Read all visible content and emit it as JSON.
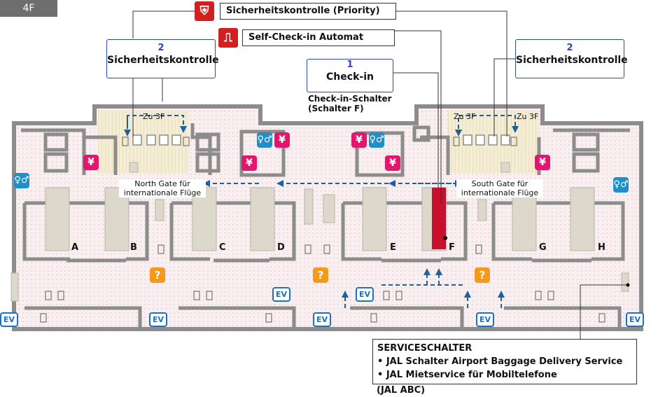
{
  "floor": {
    "label": "4F"
  },
  "callouts": {
    "priority": "Sicherheitskontrolle (Priority)",
    "self_checkin": "Self-Check-in Automat",
    "checkin_num": "1",
    "checkin_label": "Check-in",
    "checkin_sub1": "Check-in-Schalter",
    "checkin_sub2": "(Schalter F)",
    "security_left_num": "2",
    "security_left_label": "Sicherheitskontrolle",
    "security_right_num": "2",
    "security_right_label": "Sicherheitskontrolle"
  },
  "labels": {
    "zu3f_left": "Zu 3F",
    "zu3f_right_a": "Zu 3F",
    "zu3f_right_b": "Zu 3F",
    "north_gate_1": "North Gate für",
    "north_gate_2": "internationale Flüge",
    "south_gate_1": "South Gate für",
    "south_gate_2": "internationale Flüge"
  },
  "counters": [
    "A",
    "B",
    "C",
    "D",
    "E",
    "F",
    "G",
    "H"
  ],
  "service": {
    "title": "SERVICESCHALTER",
    "item1": "• JAL Schalter Airport Baggage Delivery Service",
    "item2": "• JAL Mietservice für Mobiltelefone",
    "note": "(JAL ABC)"
  },
  "icons": {
    "elevator": "EV",
    "info": "?",
    "currency": "¥",
    "toilet": "toilet-icon"
  },
  "colors": {
    "wall": "#8a8a8a",
    "floor": "#f7e8ea",
    "counter": "#dcd8cc",
    "checkin_f": "#c8102e",
    "route": "#1f5f9e",
    "stair_area": "#f2ebd6"
  }
}
